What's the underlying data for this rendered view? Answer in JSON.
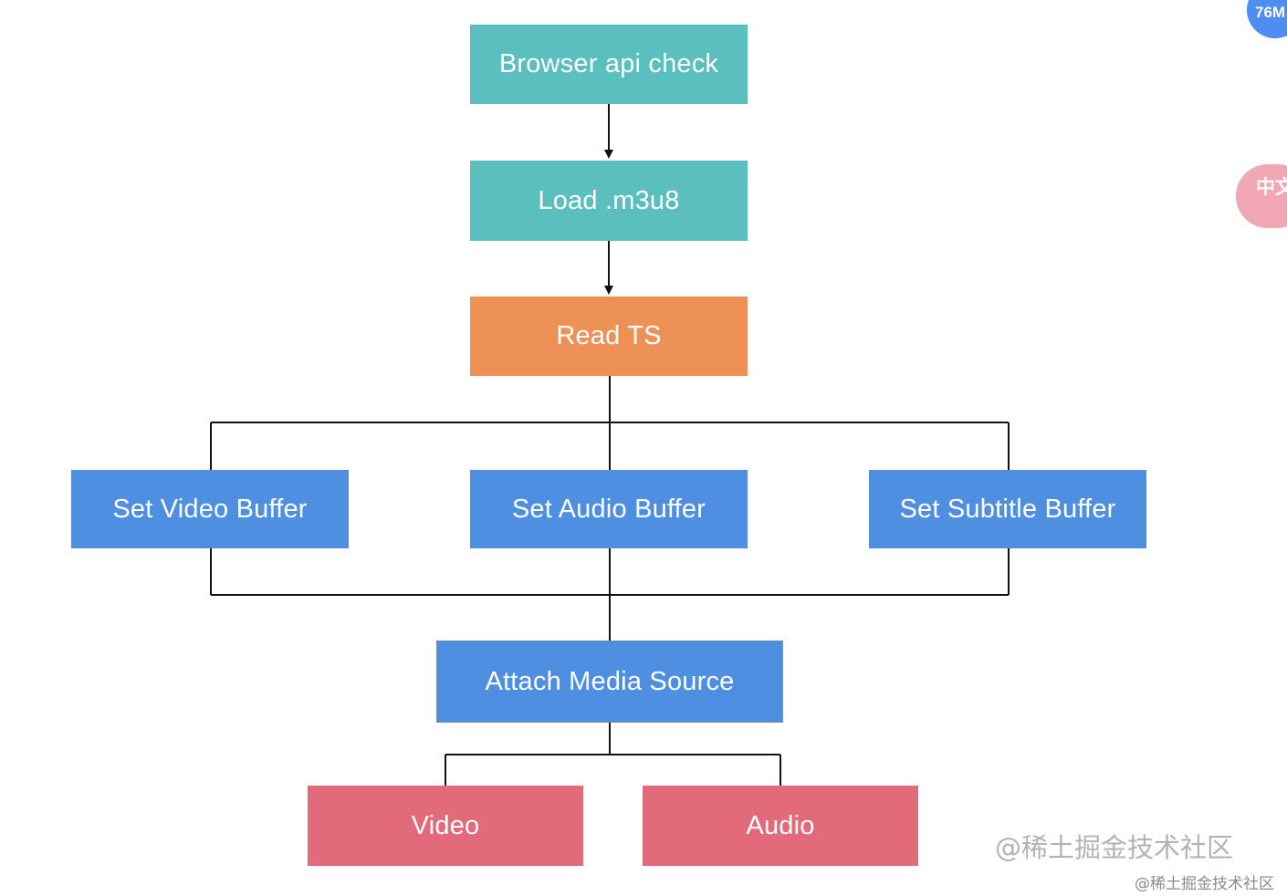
{
  "diagram": {
    "nodes": [
      {
        "id": "browser_check",
        "label": "Browser api check",
        "color": "#5bbfbf"
      },
      {
        "id": "load_m3u8",
        "label": "Load .m3u8",
        "color": "#5bbfbf"
      },
      {
        "id": "read_ts",
        "label": "Read TS",
        "color": "#ee9157"
      },
      {
        "id": "set_video_buffer",
        "label": "Set Video Buffer",
        "color": "#4f8fe1"
      },
      {
        "id": "set_audio_buffer",
        "label": "Set Audio Buffer",
        "color": "#4f8fe1"
      },
      {
        "id": "set_subtitle_buffer",
        "label": "Set Subtitle Buffer",
        "color": "#4f8fe1"
      },
      {
        "id": "attach_media_source",
        "label": "Attach Media Source",
        "color": "#4f8fe1"
      },
      {
        "id": "video",
        "label": "Video",
        "color": "#e36a7a"
      },
      {
        "id": "audio",
        "label": "Audio",
        "color": "#e36a7a"
      }
    ],
    "edges": [
      {
        "from": "browser_check",
        "to": "load_m3u8",
        "arrow": true
      },
      {
        "from": "load_m3u8",
        "to": "read_ts",
        "arrow": true
      },
      {
        "from": "read_ts",
        "to": "set_video_buffer",
        "arrow": false
      },
      {
        "from": "read_ts",
        "to": "set_audio_buffer",
        "arrow": false
      },
      {
        "from": "read_ts",
        "to": "set_subtitle_buffer",
        "arrow": false
      },
      {
        "from": "set_video_buffer",
        "to": "attach_media_source",
        "arrow": false
      },
      {
        "from": "set_audio_buffer",
        "to": "attach_media_source",
        "arrow": false
      },
      {
        "from": "set_subtitle_buffer",
        "to": "attach_media_source",
        "arrow": false
      },
      {
        "from": "attach_media_source",
        "to": "video",
        "arrow": false
      },
      {
        "from": "attach_media_source",
        "to": "audio",
        "arrow": false
      }
    ]
  },
  "watermark": {
    "main": "@稀土掘金技术社区",
    "small": "@稀土掘金技术社区"
  },
  "overlay": {
    "memory_badge": {
      "text": "76M",
      "color": "#4d8ef0"
    },
    "translate_badge": {
      "text": "中文A",
      "color": "#f2a7b5"
    }
  }
}
